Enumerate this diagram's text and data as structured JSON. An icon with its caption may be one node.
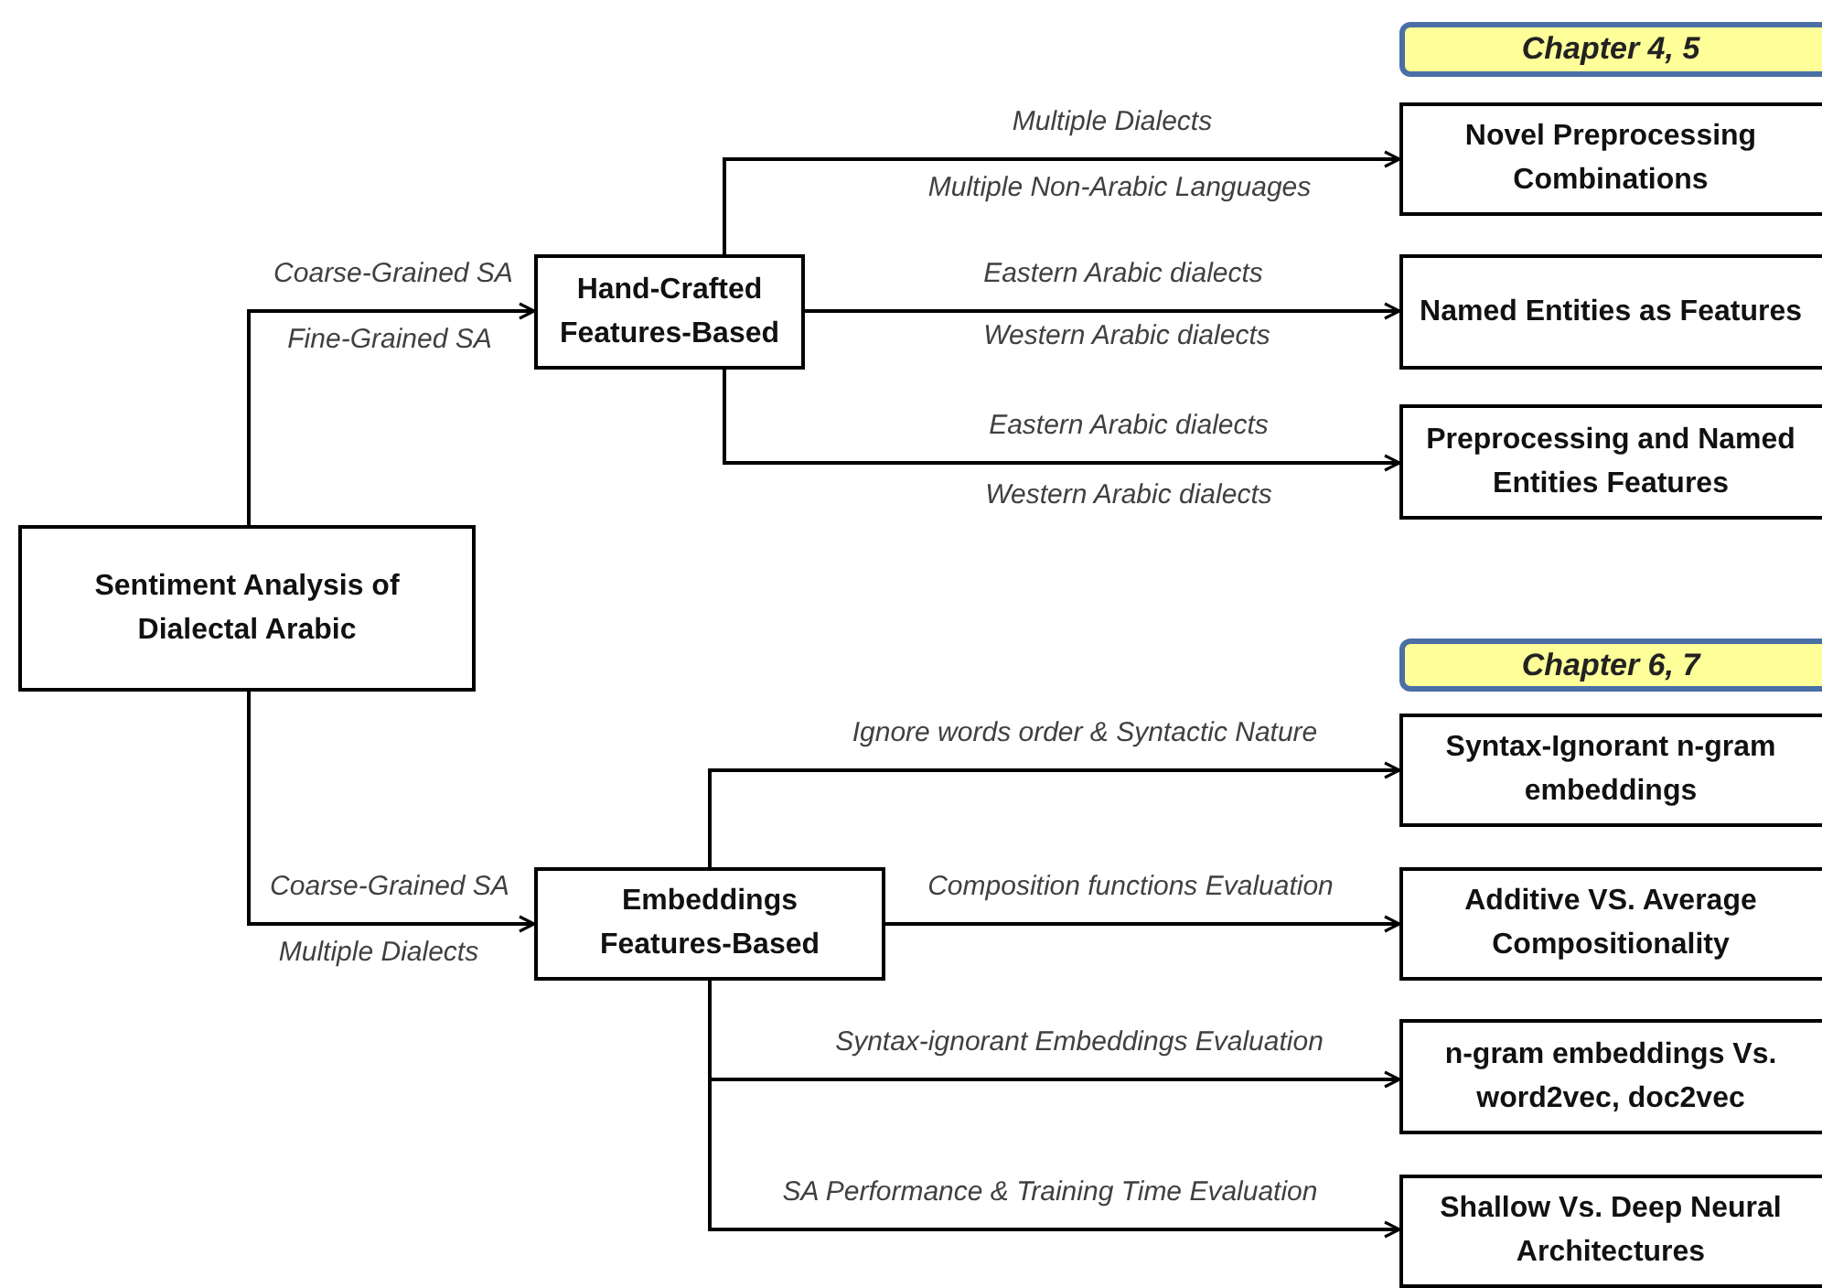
{
  "diagram": {
    "nodes": [
      {
        "text": [
          "Sentiment Analysis of Dialectal Arabic"
        ]
      },
      {
        "text": [
          "Hand-Crafted Features-Based"
        ]
      },
      {
        "text": [
          "Embeddings Features-Based"
        ]
      },
      {
        "text": [
          "Chapter 4, 5"
        ]
      },
      {
        "text": [
          "Novel Preprocessing Combinations"
        ]
      },
      {
        "text": [
          "Named Entities as Features"
        ]
      },
      {
        "text": [
          "Preprocessing and Named Entities Features"
        ]
      },
      {
        "text": [
          "Chapter 6, 7"
        ]
      },
      {
        "text": [
          "Syntax-Ignorant n-gram embeddings"
        ]
      },
      {
        "text": [
          "Additive VS. Average Compositionality"
        ]
      },
      {
        "text": [
          "n-gram embeddings Vs. word2vec, doc2vec"
        ]
      },
      {
        "text": [
          "Shallow Vs. Deep Neural Architectures"
        ]
      }
    ],
    "edges": [
      {
        "from": 0,
        "to": 1,
        "arrow": "to",
        "label": "Coarse-Grained SA"
      },
      {
        "from": 0,
        "to": 2,
        "arrow": "to",
        "label": "Coarse-Grained SA"
      },
      {
        "from": 1,
        "to": 4,
        "arrow": "to",
        "label": "Multiple Dialects"
      },
      {
        "from": 1,
        "to": 5,
        "arrow": "to",
        "label": "Eastern Arabic dialects"
      },
      {
        "from": 1,
        "to": 6,
        "arrow": "to",
        "label": "Eastern Arabic dialects"
      },
      {
        "from": 2,
        "to": 8,
        "arrow": "to",
        "label": "Ignore words order & Syntactic Nature"
      },
      {
        "from": 2,
        "to": 9,
        "arrow": "to",
        "label": "Composition functions Evaluation"
      },
      {
        "from": 2,
        "to": 10,
        "arrow": "to",
        "label": "Syntax-ignorant Embeddings Evaluation"
      },
      {
        "from": 2,
        "to": 11,
        "arrow": "to",
        "label": "SA Performance & Training Time Evaluation"
      }
    ],
    "labels": [
      "Multiple Non-Arabic Languages",
      "Fine-Grained SA",
      "Western Arabic dialects",
      "Western Arabic dialects",
      "Multiple Dialects"
    ]
  }
}
